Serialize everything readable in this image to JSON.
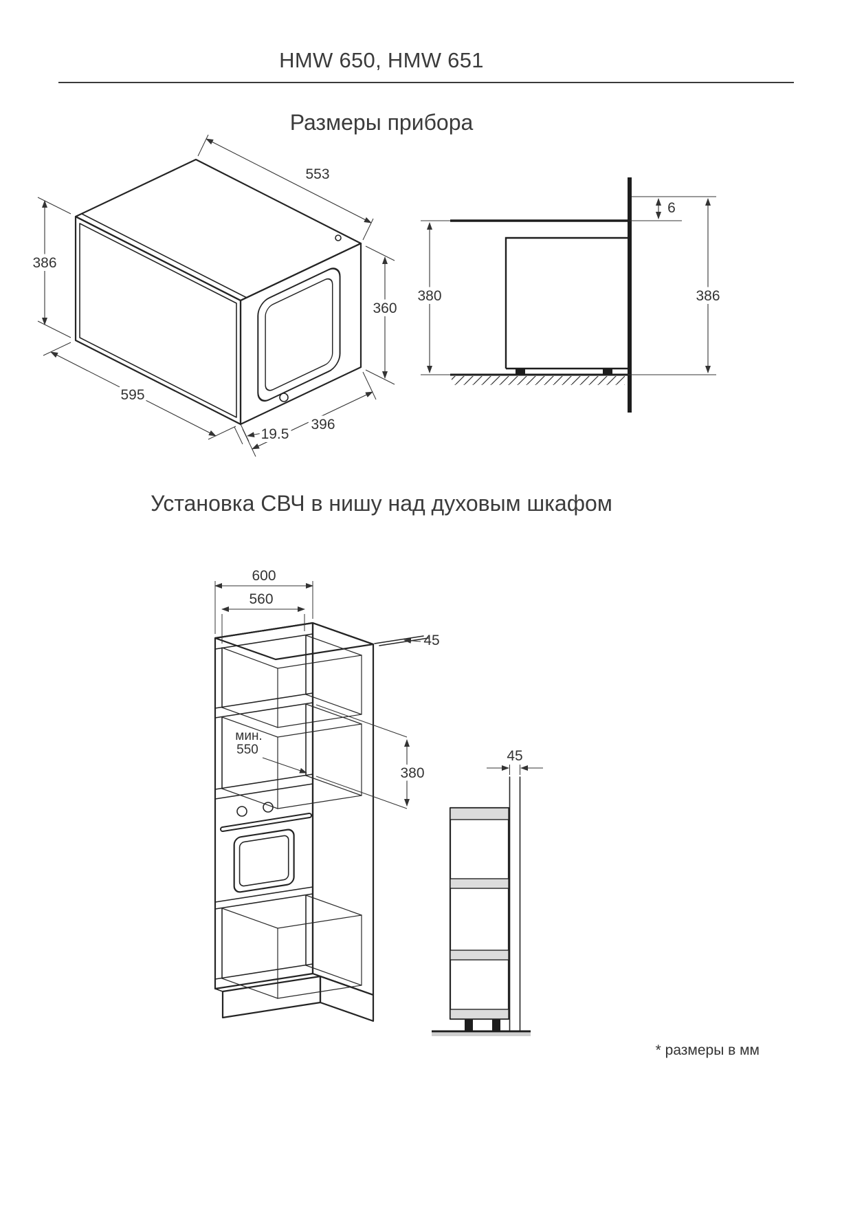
{
  "page": {
    "title": "HMW 650, HMW 651",
    "footnote": "* размеры в мм"
  },
  "section_dimensions": {
    "heading": "Размеры прибора",
    "iso": {
      "top_width": "553",
      "left_height": "386",
      "right_height": "360",
      "front_width": "595",
      "door_depth": "19.5",
      "side_depth": "396"
    },
    "section_view": {
      "top_gap": "6",
      "niche_height": "380",
      "outer_height": "386"
    }
  },
  "section_install": {
    "heading": "Установка СВЧ в нишу над духовым шкафом",
    "cabinet": {
      "outer_width": "600",
      "inner_width": "560",
      "rear_gap": "45",
      "depth_min_label": "мин.",
      "depth_min_value": "550",
      "niche_height": "380"
    },
    "side": {
      "spacer_width": "45"
    }
  }
}
